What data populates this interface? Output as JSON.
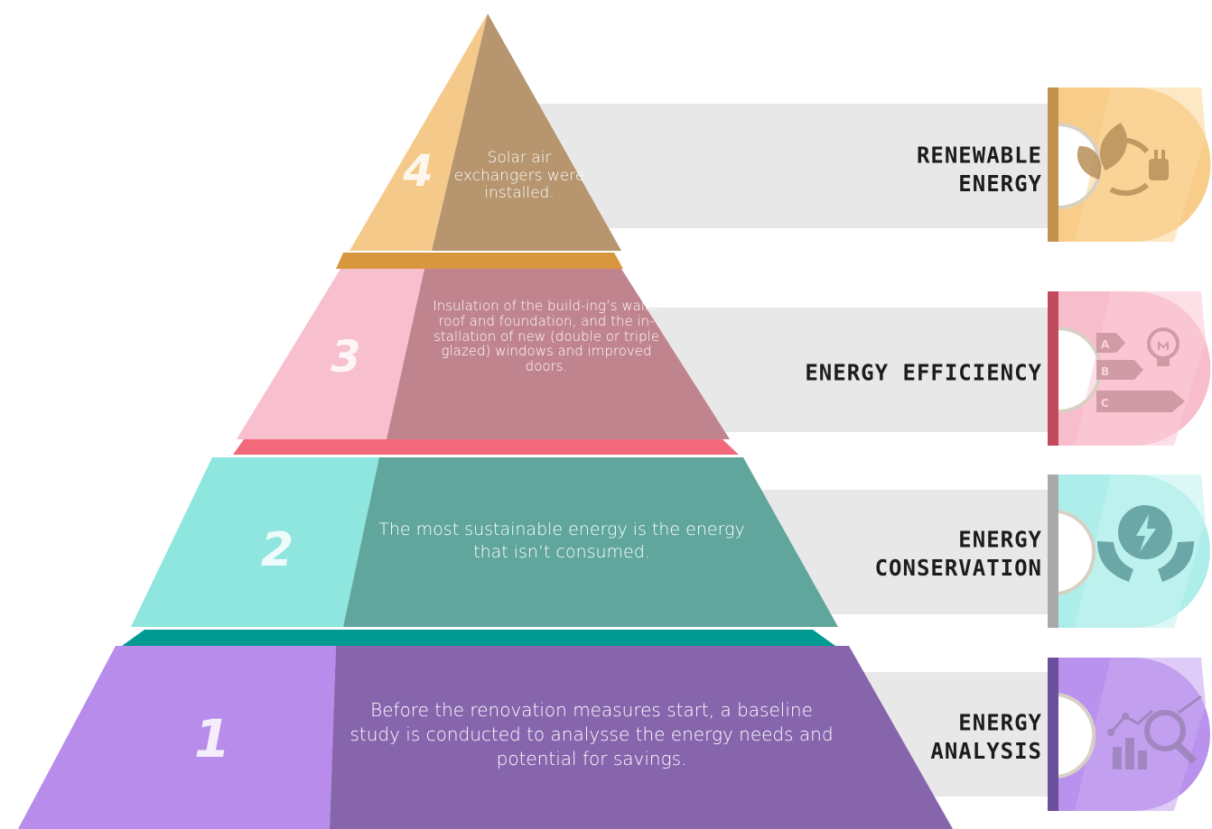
{
  "levels": [
    {
      "number": "4",
      "title_line1": "RENEWABLE",
      "title_line2": "ENERGY",
      "description": "Solar air exchangers were installed.",
      "icon": "leaf-plug-cycle-icon",
      "colors": {
        "light": "#f5c98a",
        "dark": "#b5956f",
        "rim": "#d99a45",
        "band": "#fbd69b"
      }
    },
    {
      "number": "3",
      "title_line1": "ENERGY EFFICIENCY",
      "title_line2": "",
      "description": "Insulation of the build-ing’s walls, roof and foundation, and the in-stallation of new (double or triple glazed) windows and improved doors.",
      "icon": "efficiency-rating-bulb-icon",
      "colors": {
        "light": "#f8bccb",
        "dark": "#c0838f",
        "rim": "#f26b80",
        "band": "#f8c6d3"
      }
    },
    {
      "number": "2",
      "title_line1": "ENERGY",
      "title_line2": "CONSERVATION",
      "description": "The most sustainable energy is the energy that isn’t consumed.",
      "icon": "hands-energy-icon",
      "colors": {
        "light": "#8ee6df",
        "dark": "#60a69d",
        "rim": "#0f9e93",
        "band": "#aee9e5"
      }
    },
    {
      "number": "1",
      "title_line1": "ENERGY",
      "title_line2": "ANALYSIS",
      "description": "Before the renovation measures start, a baseline study is conducted to analysse the energy needs and potential for savings.",
      "icon": "analytics-magnifier-icon",
      "colors": {
        "light": "#b88ce8",
        "dark": "#8665ad",
        "rim": "#6f4f9a",
        "band": "#c7a8f0"
      }
    }
  ]
}
